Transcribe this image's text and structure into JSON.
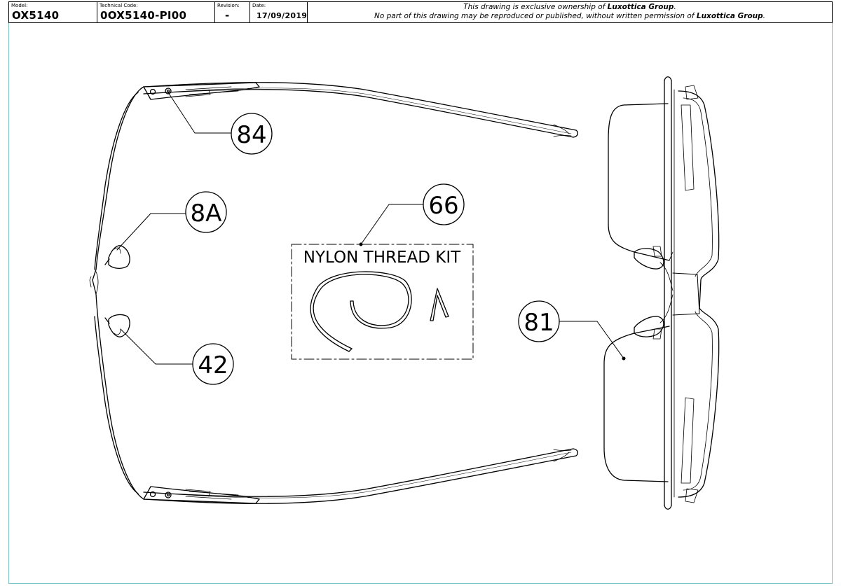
{
  "title_block": {
    "model_label": "Model:",
    "model_value": "OX5140",
    "tech_label": "Technical Code:",
    "tech_value": "0OX5140-PI00",
    "revision_label": "Revision:",
    "revision_value": "-",
    "date_label": "Date:",
    "date_value": "17/09/2019",
    "notice_line1_pre": "This drawing is exclusive ownership of ",
    "notice_owner": "Luxottica Group",
    "notice_line1_post": ".",
    "notice_line2_pre": "No part of this drawing may be reproduced or published, without written permission of ",
    "notice_line2_post": "."
  },
  "callouts": {
    "c84": "84",
    "c8a": "8A",
    "c42": "42",
    "c66": "66",
    "c81": "81"
  },
  "kit": {
    "label": "NYLON THREAD KIT"
  }
}
